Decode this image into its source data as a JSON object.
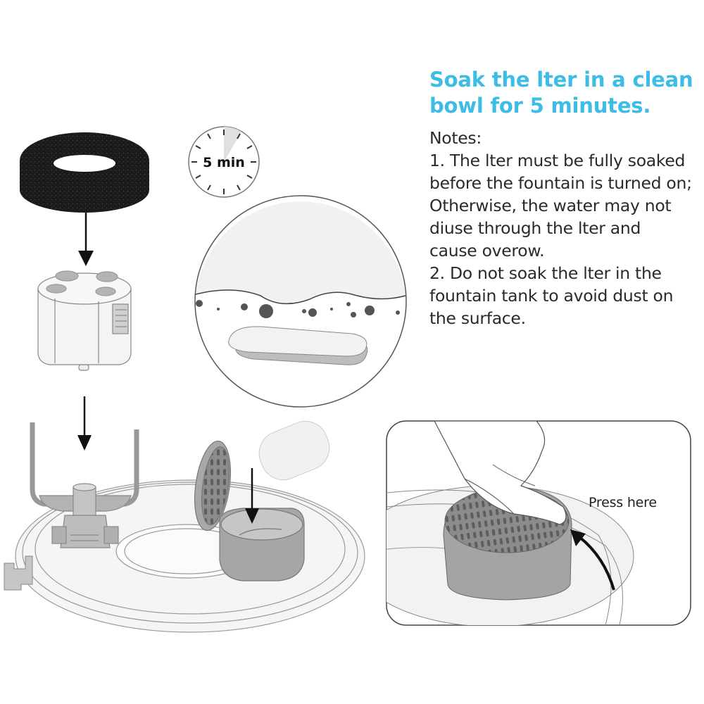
{
  "title": {
    "line1": "Soak the lter in a clean",
    "line2": "bowl for 5 minutes."
  },
  "notes": {
    "header": "Notes:",
    "lines": [
      "1. The lter must be fully soaked",
      "before the fountain is turned on;",
      "Otherwise, the water may not",
      "diuse through the lter and",
      "cause overow.",
      "2. Do not soak the lter in the",
      "fountain tank to avoid dust on",
      "the surface."
    ]
  },
  "timer": {
    "label": "5 min"
  },
  "inset": {
    "callout": "Press here"
  },
  "colors": {
    "heading": "#3dbde6",
    "text": "#2a2a2a",
    "sponge": "#1c1c1c",
    "part_gray": "#9a9a9a",
    "light_gray": "#f0f0f0"
  },
  "illustrations": [
    "foam-sponge-filter-ring",
    "pump-housing-cylinder",
    "u-shaped-pump-bracket",
    "fountain-base-plate",
    "hinged-filter-box",
    "white-filter-cartridge",
    "stopwatch-timer",
    "soaking-bowl-magnified-circle",
    "hand-pressing-filter-lid-inset"
  ]
}
